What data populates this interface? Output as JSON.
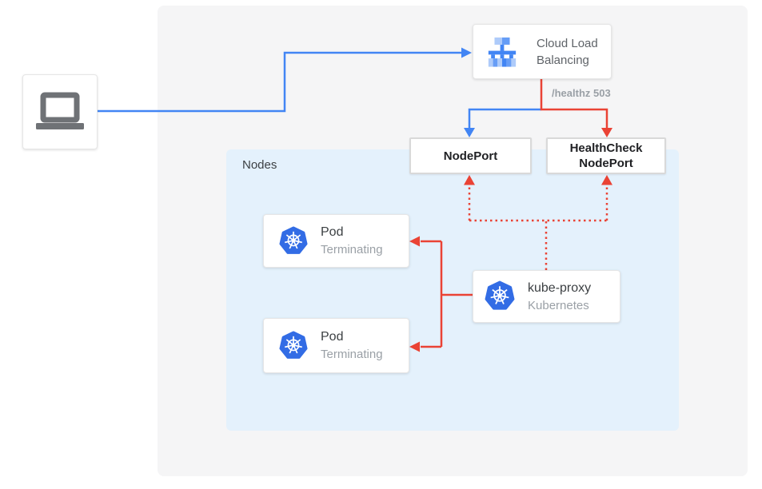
{
  "colors": {
    "panel_bg": "#f5f5f6",
    "nodes_bg": "#e4f1fc",
    "blue": "#4285f4",
    "red": "#ea4335",
    "kubernetes_blue": "#326ce5",
    "laptop_gray": "#6f7276",
    "text_black": "#202124",
    "text_dark": "#3c4043",
    "text_medium": "#5f6368",
    "text_gray": "#9aa0a6",
    "lb_icon_light": "#aecbfa",
    "lb_icon_mid": "#669df6",
    "lb_icon_dark": "#4285f4"
  },
  "client": {
    "icon": "laptop-icon"
  },
  "load_balancer": {
    "icon": "cloud-load-balancing-icon",
    "line1": "Cloud Load",
    "line2": "Balancing"
  },
  "healthz_badge": "/healthz 503",
  "nodes_group": {
    "label": "Nodes"
  },
  "nodeport": {
    "label": "NodePort"
  },
  "healthcheck_nodeport": {
    "line1": "HealthCheck",
    "line2": "NodePort"
  },
  "pods": [
    {
      "icon": "kubernetes-icon",
      "title": "Pod",
      "status": "Terminating"
    },
    {
      "icon": "kubernetes-icon",
      "title": "Pod",
      "status": "Terminating"
    }
  ],
  "kube_proxy": {
    "icon": "kubernetes-icon",
    "title": "kube-proxy",
    "subtitle": "Kubernetes"
  }
}
